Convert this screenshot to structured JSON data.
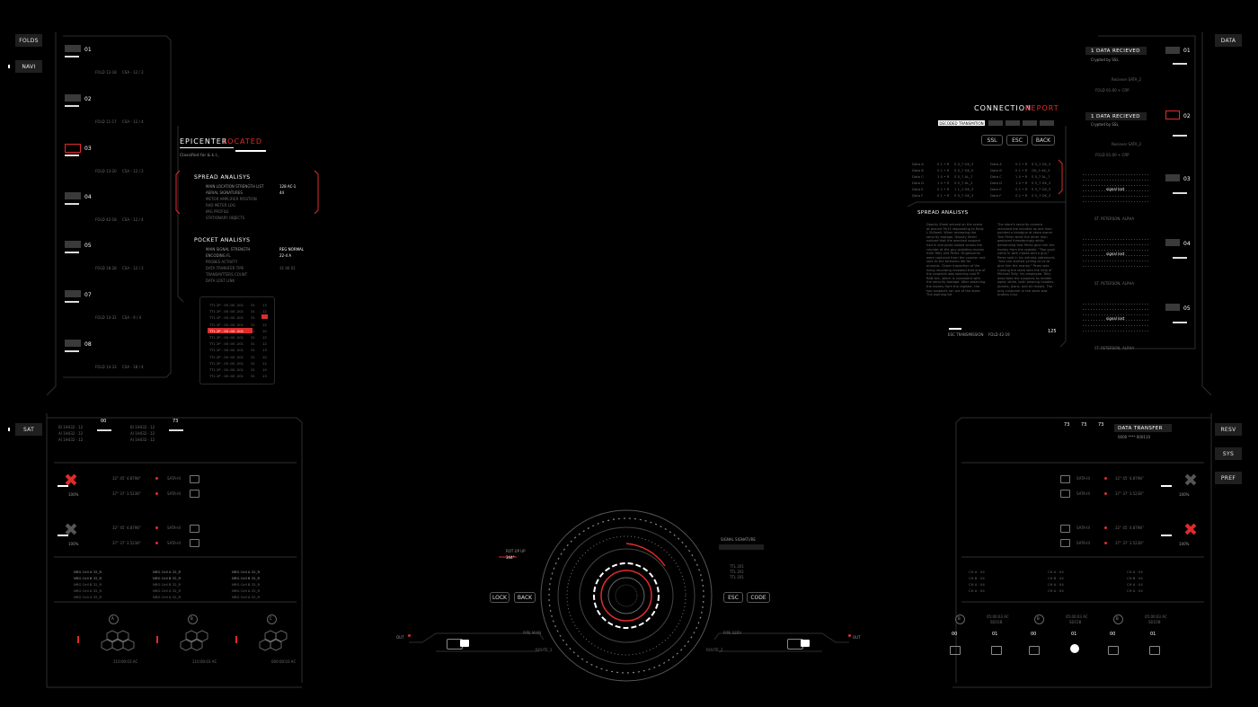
{
  "nav_left": [
    "FOLDS",
    "NAVI"
  ],
  "nav_left_lower": [
    "SAT"
  ],
  "nav_right": [
    "DATA"
  ],
  "nav_right_lower": [
    "RESV",
    "SYS",
    "PREF"
  ],
  "folds": [
    {
      "num": "01",
      "fold": "FOLD 12-18",
      "csa": "CSA - 12 / 2"
    },
    {
      "num": "02",
      "fold": "FOLD 11-17",
      "csa": "CSA - 12 / 4"
    },
    {
      "num": "03",
      "fold": "FOLD 13-20",
      "csa": "CSA - 12 / 2"
    },
    {
      "num": "04",
      "fold": "FOLD 42-18",
      "csa": "CSA - 12 / 4"
    },
    {
      "num": "05",
      "fold": "FOLD 18-28",
      "csa": "CSA - 12 / 2"
    },
    {
      "num": "07",
      "fold": "FOLD 14-32",
      "csa": "CSA - 9 / 4"
    },
    {
      "num": "08",
      "fold": "FOLD 14-33",
      "csa": "CSA - 18 / 4"
    }
  ],
  "epicenter": {
    "title_a": "EPICENTER",
    "title_b": "LOCATED",
    "classified": "Classified for & k.l.,",
    "spread_title": "SPREAD ANALISYS",
    "spread_rows": [
      {
        "label": "MAIN LOCATION STRENGTH LIST",
        "value": "128 AC-1"
      },
      {
        "label": "AERIAL SIGNATURES",
        "value": "44"
      },
      {
        "label": "METOR AMPLIFIER POSITION",
        "value": ""
      },
      {
        "label": "RAD METER LOG",
        "value": ""
      },
      {
        "label": "IMG PROFILE",
        "value": ""
      },
      {
        "label": "STATIONARY OBJECTS",
        "value": ""
      }
    ],
    "pocket_title": "POCKET ANALISYS",
    "pocket_rows": [
      {
        "label": "MAIN SIGNAL STRENGTH",
        "value": "REG NORMAL"
      },
      {
        "label": "ENCODING FL",
        "value": "22-4 A"
      },
      {
        "label": "PROBES ACTIVITY",
        "value": ""
      },
      {
        "label": "DATA TRANSFER TIPE",
        "value": "31 00 01"
      },
      {
        "label": "TRANSMITTERS COUNT",
        "value": ""
      },
      {
        "label": "DATA LOST LINK",
        "value": ""
      }
    ]
  },
  "data_table": {
    "rows": [
      {
        "c": "TTL 2P . 00 :00 .201",
        "a": "31",
        "b": "13"
      },
      {
        "c": "TTL 2P . 00 :00 .201",
        "a": "31",
        "b": "12"
      },
      {
        "c": "TTL 2P . 00 :00 .201",
        "a": "31",
        "b": "10"
      },
      {
        "c": "TTL 2P . 00 :00 .201",
        "a": "31",
        "b": "12"
      },
      {
        "c": "TTL 2P . 00 :00 .201",
        "a": "31",
        "b": "10"
      },
      {
        "c": "TTL 2P . 00 :00 .201",
        "a": "31",
        "b": "12"
      },
      {
        "c": "TTL 2P . 00 :00 .201",
        "a": "31",
        "b": "12"
      },
      {
        "c": "TTL 2P . 00 :00 .201",
        "a": "31",
        "b": "13"
      },
      {
        "c": "TTL 2P . 00 :00 .201",
        "a": "31",
        "b": "10"
      },
      {
        "c": "TTL 2P . 00 :00 .201",
        "a": "31",
        "b": "12"
      },
      {
        "c": "TTL 2P . 00 :00 .201",
        "a": "31",
        "b": "10"
      },
      {
        "c": "TTL 2P . 00 :00 .201",
        "a": "31",
        "b": "13"
      }
    ]
  },
  "connection": {
    "title_a": "CONNECTION",
    "title_b": "REPORT",
    "decoded": "DECODED TRANSMITION",
    "buttons": [
      "SSL",
      "ESC",
      "BACK"
    ],
    "data_rows": [
      {
        "l": "Data A",
        "v": "0 1 • R",
        "s": "S 5_7 GK_3"
      },
      {
        "l": "Data B",
        "v": "0 1 • R",
        "s": "S 5_7 GK_5"
      },
      {
        "l": "Data C",
        "v": "1 0 • R",
        "s": "S 5_7 AL_7"
      },
      {
        "l": "Data D",
        "v": "1 0 • R",
        "s": "S 5_7 AL_2"
      },
      {
        "l": "Data E",
        "v": "0 1 • R",
        "s": "1 1_1 GK_3"
      },
      {
        "l": "Data F",
        "v": "0 1 • R",
        "s": "S 5_7 GK_3"
      }
    ],
    "data_rows_b": [
      {
        "l": "Data A",
        "v": "0 1 • R",
        "s": "S 5_1 GK_3"
      },
      {
        "l": "Data B",
        "v": "0 1 • R",
        "s": "GK_5 AK_5"
      },
      {
        "l": "Data C",
        "v": "1 0 • R",
        "s": "S 5_7 AL_7"
      },
      {
        "l": "Data D",
        "v": "1 0 • R",
        "s": "S 5_7 GK_3"
      },
      {
        "l": "Data E",
        "v": "0 1 • R",
        "s": "S 5_7 GK_3"
      },
      {
        "l": "Data F",
        "v": "0 1 • R",
        "s": "S 5_7 GK_3"
      }
    ],
    "spread_title": "SPREAD ANALISYS",
    "para_a": "Deputy Sheel arrived on the scene at around 9h15 responding to Rudy L Stillwell. When reviewing the security footage, Deputy Sheel noticed that the wrecked suspect had in one point looked across the counter at the guy grabbing money from Telly and Perez. Fingerprints were captured from the counter and sent to the forensics lab for analysis. Closer inspection of the living recording revealed that one of the suspects was wearing cool PI RAN Ant, which is consistent with the security footage. After obtaining the money from the register, the two suspects ran out of the store. The warning bit",
    "para_b": "The store's security camera recorded the incident as one man pointed a handgun at store owner Tom Perez while the other man gestured threateningly while demanding that Perez give him the money from the register. \"Two guys came in with masks and a gun,\" Perez said in his witness statement, \"and one started yelling at us to give him the money.\" Perez was running the store with the help of Michael Telly, his employee. Telly described the suspects as middle aged, white, both wearing hoodies, jackets, jeans, and ski masks. The only customer in the store was Andrea Cruz.",
    "footer_a": "ESC TRANSMISSION",
    "footer_b": "FOLD 42-19",
    "page": "125"
  },
  "data_recv": [
    {
      "title": "1 DATA RECIEVED",
      "sub": "Crypted by SSL",
      "rec": "Reciever SATA_2",
      "fold": "FOLD 01-00 + CRP",
      "num": "01"
    },
    {
      "title": "1 DATA RECIEVED",
      "sub": "Crypted by SSL",
      "rec": "Reciever SATA_2",
      "fold": "FOLD 01-00 + CRP",
      "num": "02"
    }
  ],
  "signals": [
    {
      "lost": "signal lost",
      "city": "ST. PETERSON, ALPHA",
      "num": "03"
    },
    {
      "lost": "signal lost",
      "city": "ST. PETERSON, ALPHA",
      "num": "04"
    },
    {
      "lost": "signal lost",
      "city": "ST. PETERSON, ALPHA",
      "num": "05"
    }
  ],
  "sat_top": {
    "group_a": [
      "Bl 1H432 · 12",
      "Al 1H432 · 12",
      "Al 1H432 · 12"
    ],
    "group_b": [
      "Bl 1H432 · 12",
      "Al 1H432 · 12",
      "Al 1H432 · 12"
    ],
    "num_a": "00",
    "num_b": "73"
  },
  "sat_units_left": [
    {
      "pct": "100%",
      "c1": "32° 45' 4.8798\"",
      "c2": "37° 37' 3.5238\"",
      "s1": "SATA-III",
      "s2": "SATA-III"
    },
    {
      "pct": "100%",
      "c1": "32° 45' 4.8798\"",
      "c2": "37° 37' 3.5238\"",
      "s1": "SATA-III",
      "s2": "SATA-III"
    }
  ],
  "sat_units_right": [
    {
      "pct": "100%",
      "c1": "32° 45' 4.8798\"",
      "c2": "37° 37' 3.5238\"",
      "s1": "SATA-III",
      "s2": "SATA-III"
    },
    {
      "pct": "100%",
      "c1": "32° 45' 4.8798\"",
      "c2": "37° 37' 3.5238\"",
      "s1": "SATA-III",
      "s2": "SATA-III"
    }
  ],
  "data_transfer": {
    "title": "DATA TRANSFER",
    "code": "0000 **** 000110",
    "nums": [
      "73",
      "73",
      "73"
    ]
  },
  "nrg_rows": [
    "NRG Cell A 32_R",
    "NRG Cell B 32_R",
    "NRG Cell B 32_R",
    "NRG Cell A 32_R",
    "NRG Cell A 32_R"
  ],
  "ch_rows": [
    "CH A · 04",
    "CH B · 04",
    "CH A · 04",
    "CH A · 04"
  ],
  "hex_units": [
    {
      "l": "A",
      "t": "110:00:03 AC"
    },
    {
      "l": "B",
      "t": "110:00:03 AC"
    },
    {
      "l": "C",
      "t": "000:00:03 AC"
    }
  ],
  "right_units": [
    {
      "l": "B",
      "t": "05:00:03 AC",
      "s": "SD15B",
      "a": "00",
      "b": "01"
    },
    {
      "l": "B",
      "t": "05:00:03 AC",
      "s": "SD15B",
      "a": "00",
      "b": "01"
    },
    {
      "l": "B",
      "t": "05:00:03 AC",
      "s": "SD15B",
      "a": "00",
      "b": "01"
    }
  ],
  "reactor": {
    "rot_label": "ROT UP UP",
    "rot_value": "344°",
    "lock": "LOCK",
    "back": "BACK",
    "esc": "ESC",
    "code": "CODE",
    "sig_title": "SIGNAL SIGNATURE",
    "sig_rows": [
      "TTL 201",
      "TTL 201",
      "TTL 201"
    ],
    "out_l": "OUT",
    "out_r": "OUT",
    "pipe_main": "PIPE MAIN",
    "route_1": "ROUTE_1",
    "pipe_serv": "PIPE SERV",
    "route_2": "ROUTE_2"
  },
  "colors": {
    "accent": "#e02b2b",
    "panel": "#1f1f1f",
    "line": "#3c3c3c"
  }
}
